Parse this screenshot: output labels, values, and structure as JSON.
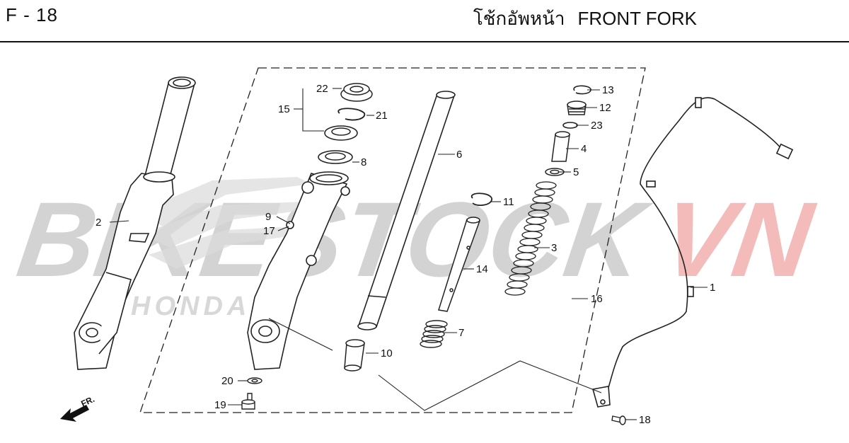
{
  "header": {
    "page_code": "F - 18",
    "title_thai": "โช้กอัพหน้า",
    "title_en": "FRONT FORK"
  },
  "watermark": {
    "text_gray": "BIKESTOCK",
    "text_red": "VN",
    "brand": "HONDA",
    "color_gray": "#c9c9c9",
    "color_red": "#f3b0b0"
  },
  "direction_indicator": {
    "label": "FR."
  },
  "callouts": {
    "c1": "1",
    "c2": "2",
    "c3": "3",
    "c4": "4",
    "c5": "5",
    "c6": "6",
    "c7": "7",
    "c8": "8",
    "c9": "9",
    "c10": "10",
    "c11": "11",
    "c12": "12",
    "c13": "13",
    "c14": "14",
    "c15": "15",
    "c16": "16",
    "c17": "17",
    "c18": "18",
    "c19": "19",
    "c20": "20",
    "c21": "21",
    "c22": "22",
    "c23": "23"
  }
}
